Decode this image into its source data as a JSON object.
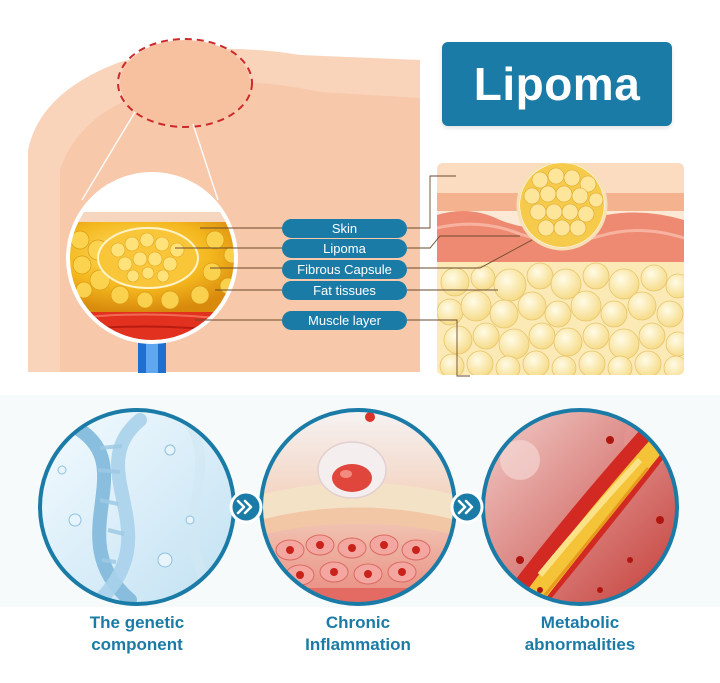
{
  "title": "Lipoma",
  "labels": {
    "skin": "Skin",
    "lipoma": "Lipoma",
    "fibrous_capsule": "Fibrous Capsule",
    "fat_tissues": "Fat tissues",
    "muscle_layer": "Muscle layer"
  },
  "causes": [
    {
      "line1": "The genetic",
      "line2": "component"
    },
    {
      "line1": "Chronic",
      "line2": "Inflammation"
    },
    {
      "line1": "Metabolic",
      "line2": "abnormalities"
    }
  ],
  "colors": {
    "brand_blue": "#1b7ba7",
    "skin": "#f7c7a8",
    "fat_yellow": "#f2b51c",
    "muscle_red": "#e2311f"
  },
  "icons": [
    "double-chevron-right-icon",
    "double-chevron-right-icon"
  ]
}
